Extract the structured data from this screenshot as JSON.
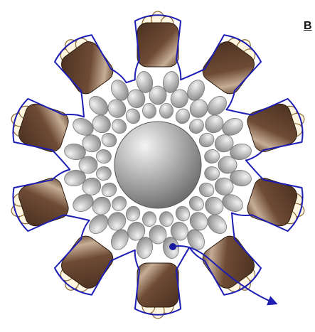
{
  "label": "B",
  "colors": {
    "thread": "#1e1eb4",
    "thread_dot": "#1a1aa0",
    "picot_fill": "#fff6df",
    "picot_stroke": "#8a6a36",
    "brick_dark": "#4a3020",
    "brick_light": "#c6ad95",
    "pearl_light": "#f2f2f2",
    "pearl_dark": "#8c8c8c",
    "center_light": "#f4f4f4",
    "center_dark": "#6e6e6e"
  },
  "structure": {
    "large_beads": 10,
    "outer_pearls": 20,
    "middle_pearls": 20,
    "inner_pearls": 20,
    "picots_per_bead": 3
  }
}
